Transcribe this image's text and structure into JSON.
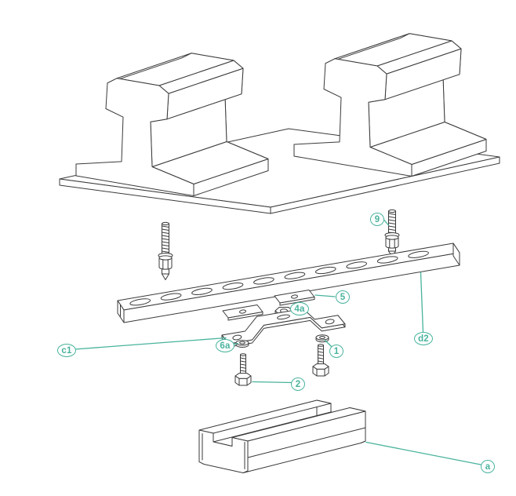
{
  "figure": {
    "kind": "exploded-parts-assembly-diagram",
    "subject": "rail fastening to channel assembly",
    "background": "#ffffff",
    "line_color": "#3a3a3a",
    "accent_color": "#49b39d"
  },
  "callouts": {
    "n9": {
      "label": "9"
    },
    "n5": {
      "label": "5"
    },
    "n4a": {
      "label": "4a"
    },
    "c1": {
      "label": "c1"
    },
    "n6a": {
      "label": "6a"
    },
    "n1": {
      "label": "1"
    },
    "n2": {
      "label": "2"
    },
    "d2": {
      "label": "d2"
    },
    "a": {
      "label": "a"
    }
  }
}
